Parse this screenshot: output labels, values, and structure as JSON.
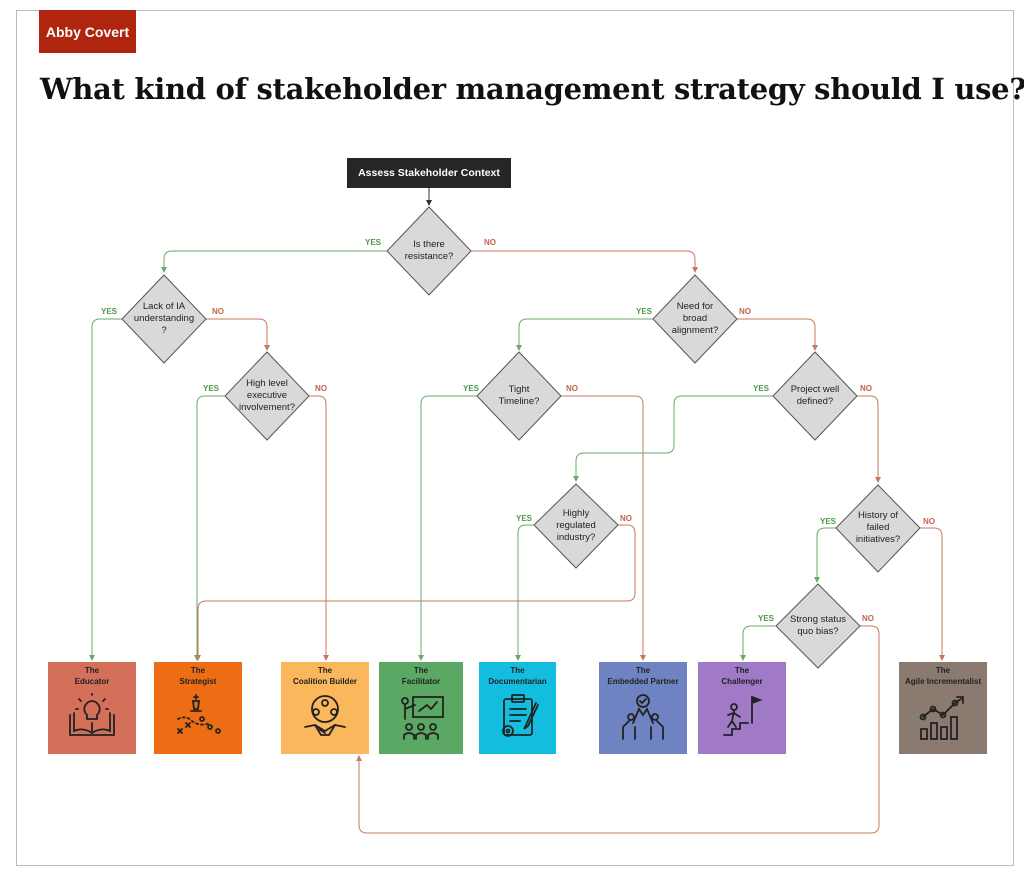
{
  "author": "Abby Covert",
  "title": "What kind of stakeholder management strategy should I use?",
  "start_label": "Assess Stakeholder Context",
  "labels": {
    "yes": "YES",
    "no": "NO"
  },
  "decisions": {
    "resistance": [
      "Is there",
      "resistance?"
    ],
    "ia_understanding": [
      "Lack of IA",
      "understanding",
      "?"
    ],
    "exec_involvement": [
      "High level",
      "executive",
      "involvement?"
    ],
    "broad_alignment": [
      "Need for",
      "broad",
      "alignment?"
    ],
    "tight_timeline": [
      "Tight",
      "Timeline?"
    ],
    "project_defined": [
      "Project well",
      "defined?"
    ],
    "regulated": [
      "Highly",
      "regulated",
      "industry?"
    ],
    "failed_initiatives": [
      "History of",
      "failed",
      "initiatives?"
    ],
    "status_quo": [
      "Strong status",
      "quo bias?"
    ]
  },
  "strategies": {
    "educator": {
      "the": "The",
      "name": "Educator",
      "color": "#d4705a",
      "icon": "lightbulb-book-icon"
    },
    "strategist": {
      "the": "The",
      "name": "Strategist",
      "color": "#ec6d14",
      "icon": "chess-strategy-icon"
    },
    "coalition": {
      "the": "The",
      "name": "Coalition Builder",
      "color": "#fbb75b",
      "icon": "handshake-network-icon"
    },
    "facilitator": {
      "the": "The",
      "name": "Facilitator",
      "color": "#5aa864",
      "icon": "presenter-board-icon"
    },
    "documentarian": {
      "the": "The",
      "name": "Documentarian",
      "color": "#13bde0",
      "icon": "clipboard-gear-icon"
    },
    "embedded": {
      "the": "The",
      "name": "Embedded Partner",
      "color": "#6f83c3",
      "icon": "team-highfive-icon"
    },
    "challenger": {
      "the": "The",
      "name": "Challenger",
      "color": "#a079c7",
      "icon": "climber-flag-icon"
    },
    "agile": {
      "the": "The",
      "name": "Agile Incrementalist",
      "color": "#8b7a6f",
      "icon": "growth-chart-icon"
    }
  },
  "colors": {
    "yes_line": "#6aaa6a",
    "no_line": "#c9785e",
    "diamond": "#d9d9d9",
    "accent": "#b0250e"
  }
}
